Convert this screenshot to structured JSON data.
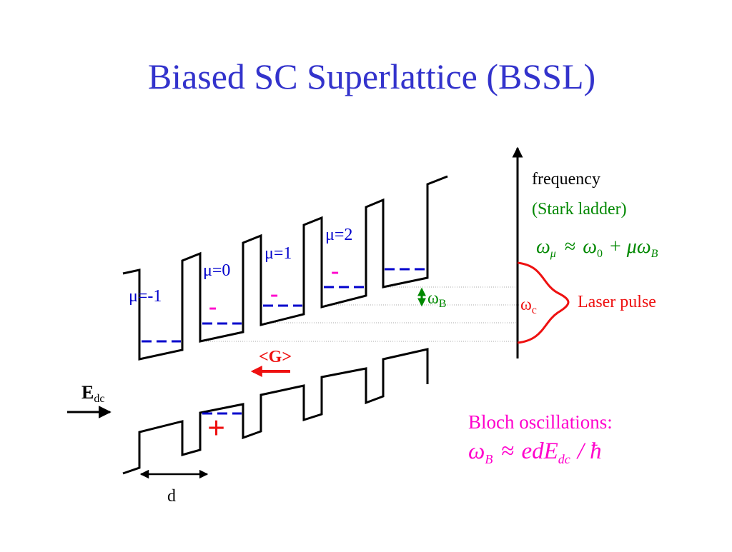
{
  "slide": {
    "title": "Biased SC Superlattice (BSSL)"
  },
  "colors": {
    "title": "#3333cc",
    "levels": "#0000cc",
    "pink": "#ff00cc",
    "red": "#ee1111",
    "green": "#008800",
    "black": "#000000"
  },
  "labels": {
    "mu_m1": "μ=-1",
    "mu_0": "μ=0",
    "mu_1": "μ=1",
    "mu_2": "μ=2",
    "minus_sign": "-",
    "plus_sign": "+",
    "gap": "<G>",
    "omega": "ω",
    "sub_B": "B",
    "sub_c": "c",
    "field_E": "E",
    "field_sub": "dc",
    "period_d": "d",
    "frequency": "frequency",
    "stark_ladder": "(Stark ladder)",
    "laser_pulse": "Laser pulse",
    "bloch_oscillations": "Bloch oscillations:"
  },
  "formula_stark": {
    "omega": "ω",
    "mu_sub": "μ",
    "approx": "≈",
    "omega0": "ω",
    "zero_sub": "0",
    "plus": "+",
    "mu": "μ",
    "omegaB": "ω",
    "B_sub": "B"
  },
  "formula_bloch": {
    "omega": "ω",
    "B_sub": "B",
    "approx": "≈",
    "edE": "edE",
    "dc_sub": "dc",
    "slash_hbar": "/ ħ"
  }
}
